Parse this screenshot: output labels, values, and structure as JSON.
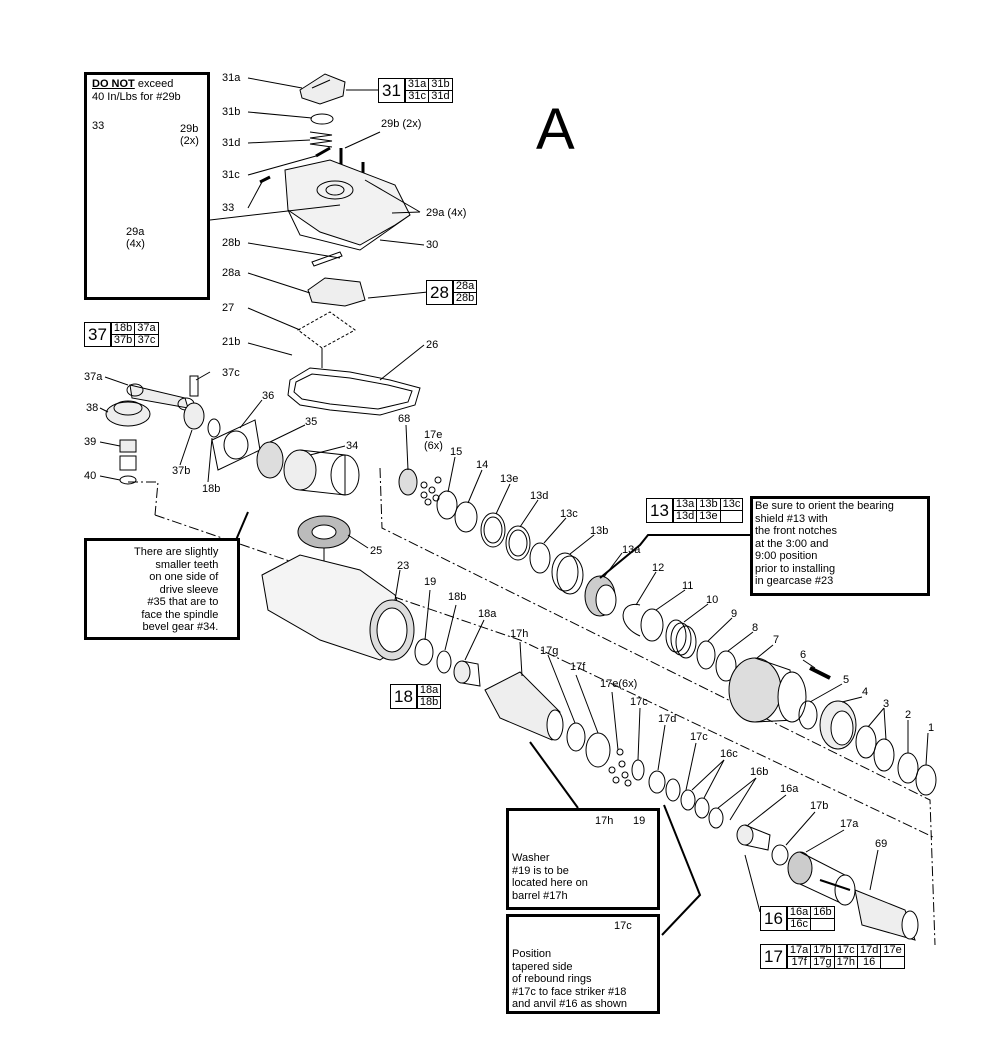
{
  "section_letter": "A",
  "notes": {
    "torque": {
      "emph": "DO NOT",
      "rest_line1": " exceed",
      "line2": "40 In/Lbs for #29b"
    },
    "bearing": [
      "Be sure to orient the bearing",
      "shield #13 with",
      "the front notches",
      "at the 3:00 and",
      "9:00 position",
      "prior to installing",
      "in gearcase #23"
    ],
    "drive_sleeve": [
      "There are slightly",
      "smaller teeth",
      "on one side of",
      "drive sleeve",
      "#35 that are to",
      "face the spindle",
      "bevel gear #34."
    ],
    "washer": [
      "Washer",
      "#19 is to be",
      "located here on",
      "barrel #17h"
    ],
    "rebound": [
      "Position",
      "tapered side",
      "of rebound rings",
      "#17c to face striker #18",
      "and anvil #16 as shown"
    ]
  },
  "inset_labels": {
    "torque": [
      "33",
      "29b",
      "(2x)",
      "29a",
      "(4x)"
    ],
    "washer": [
      "17h",
      "19"
    ],
    "rebound": [
      "17c"
    ]
  },
  "part_labels": [
    "31a",
    "31b",
    "31d",
    "31c",
    "29b (2x)",
    "33",
    "29a (4x)",
    "30",
    "28b",
    "28a",
    "27",
    "21b",
    "26",
    "37a",
    "37c",
    "38",
    "39",
    "40",
    "37b",
    "18b",
    "36",
    "35",
    "34",
    "68",
    "17e",
    "(6x)",
    "15",
    "14",
    "13e",
    "13d",
    "13c",
    "13b",
    "13a",
    "12",
    "11",
    "10",
    "9",
    "8",
    "7",
    "6",
    "5",
    "4",
    "3",
    "2",
    "1",
    "25",
    "23",
    "19",
    "18b",
    "18a",
    "17h",
    "17g",
    "17f",
    "17e(6x)",
    "17c",
    "17d",
    "17c",
    "16c",
    "16b",
    "16a",
    "17b",
    "17a",
    "69"
  ],
  "kits": [
    {
      "num": "31",
      "cells": [
        "31a",
        "31b",
        "31c",
        "31d"
      ]
    },
    {
      "num": "28",
      "cells": [
        "28a",
        "28b"
      ]
    },
    {
      "num": "37",
      "cells": [
        "18b",
        "37a",
        "37b",
        "37c"
      ]
    },
    {
      "num": "13",
      "cells": [
        "13a",
        "13b",
        "13c",
        "13d",
        "13e",
        ""
      ]
    },
    {
      "num": "18",
      "cells": [
        "18a",
        "18b"
      ]
    },
    {
      "num": "16",
      "cells": [
        "16a",
        "16b",
        "16c",
        ""
      ]
    },
    {
      "num": "17",
      "cells": [
        "17a",
        "17b",
        "17c",
        "17d",
        "17e",
        "17f",
        "17g",
        "17h",
        "16",
        ""
      ]
    }
  ]
}
